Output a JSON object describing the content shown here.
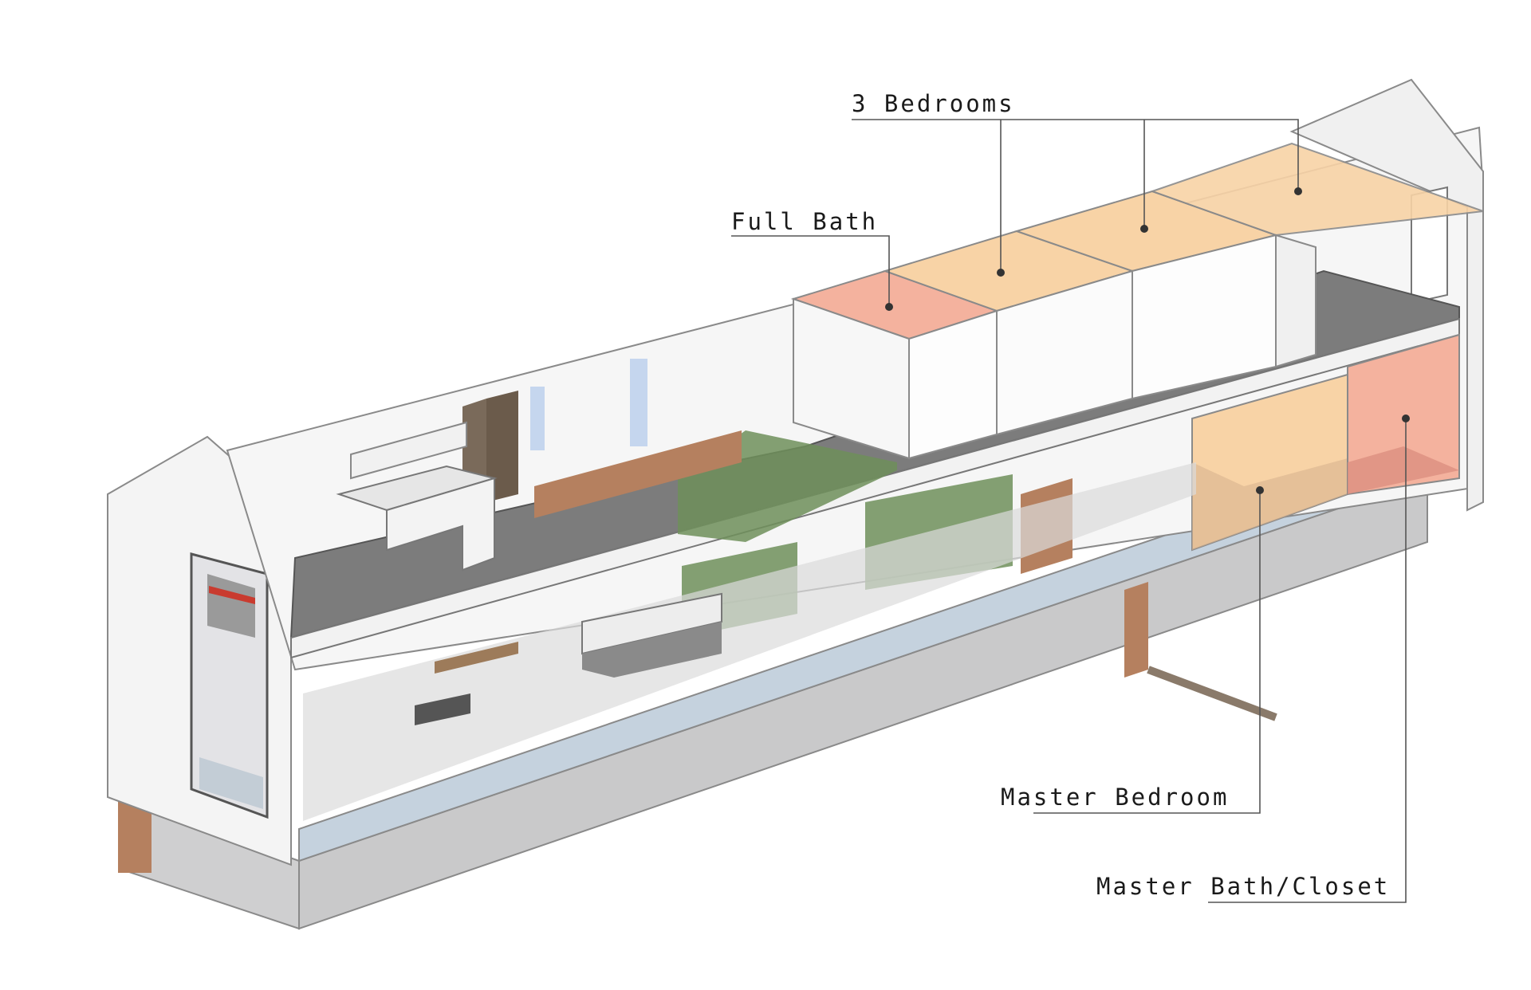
{
  "callouts": {
    "bedrooms": "3 Bedrooms",
    "full_bath": "Full Bath",
    "master_bedroom": "Master Bedroom",
    "master_bath_closet": "Master Bath/Closet"
  },
  "colors": {
    "bedroom": "#f8d3a6",
    "bath": "#f4b29e",
    "floor": "#7c7c7c",
    "foundation": "#c9c9ca",
    "wall": "#f4f4f4",
    "greenery": "#6f8f5b",
    "brick": "#b5805f",
    "glass": "#c5d6ee"
  }
}
